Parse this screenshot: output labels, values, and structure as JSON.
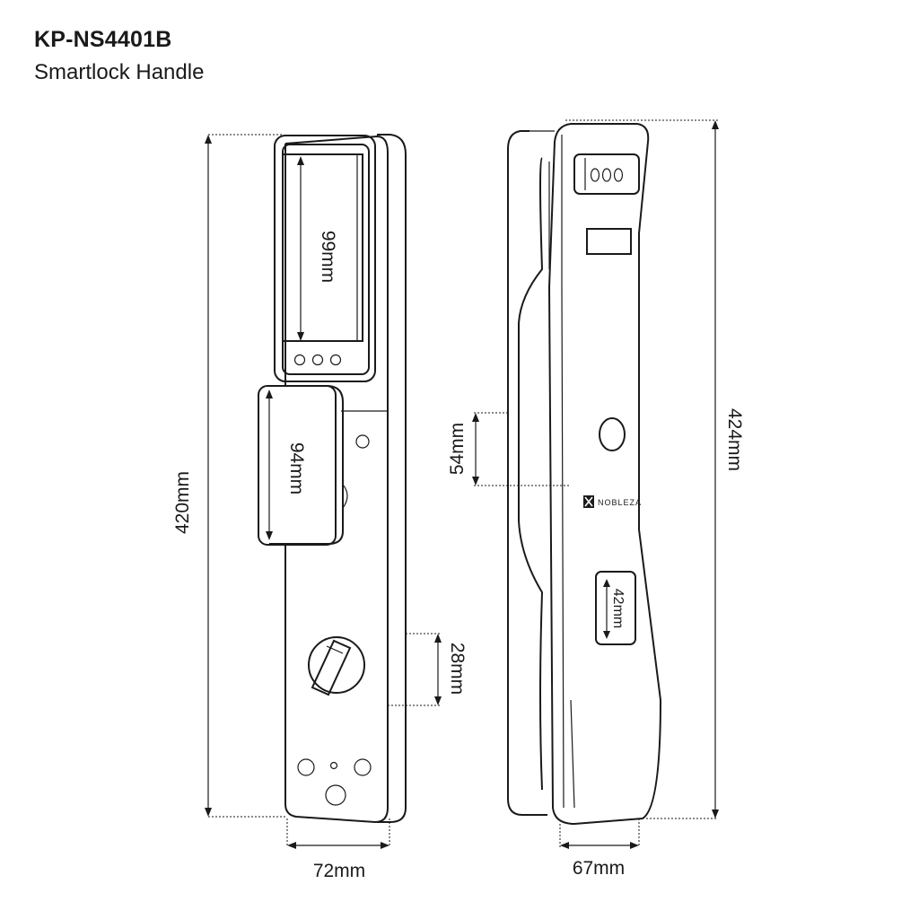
{
  "header": {
    "model": "KP-NS4401B",
    "product": "Smartlock Handle"
  },
  "front_view": {
    "height_label": "420mm",
    "width_label": "72mm",
    "screen_label": "99mm",
    "handle_label": "94mm",
    "knob_label": "28mm"
  },
  "side_view": {
    "height_label": "424mm",
    "depth_label": "67mm",
    "grip_label": "54mm",
    "keyhole_label": "42mm",
    "brand": "NOBLEZA"
  }
}
